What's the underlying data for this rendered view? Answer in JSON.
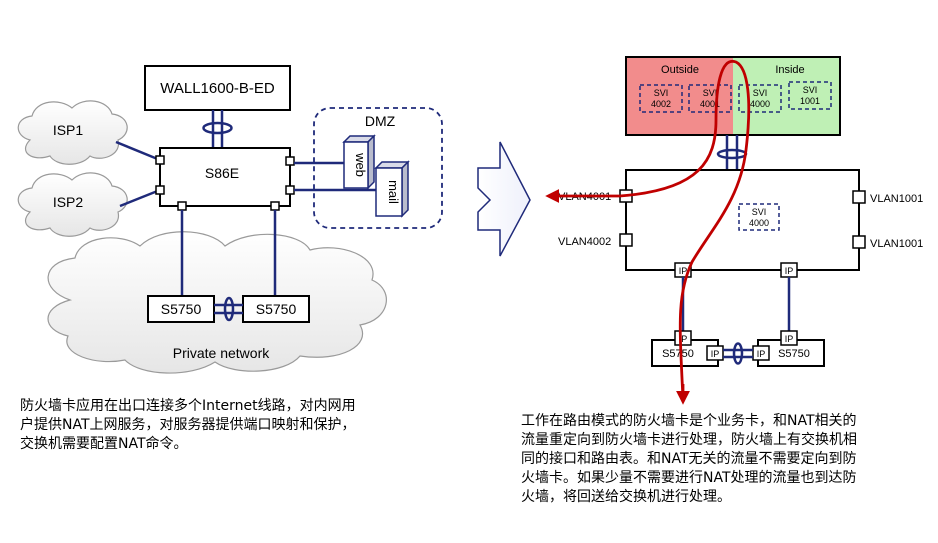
{
  "left_diagram": {
    "wall_label": "WALL1600-B-ED",
    "core_switch_label": "S86E",
    "isp1_label": "ISP1",
    "isp2_label": "ISP2",
    "dmz_label": "DMZ",
    "web_label": "web",
    "mail_label": "mail",
    "switch_a_label": "S5750",
    "switch_b_label": "S5750",
    "private_network_label": "Private network",
    "caption": "防火墙卡应用在出口连接多个Internet线路，对内网用\n户提供NAT上网服务，对服务器提供端口映射和保护，\n交换机需要配置NAT命令。"
  },
  "right_diagram": {
    "outside_label": "Outside",
    "inside_label": "Inside",
    "svi": [
      {
        "line1": "SVI",
        "line2": "4002"
      },
      {
        "line1": "SVI",
        "line2": "4001"
      },
      {
        "line1": "SVI",
        "line2": "4000"
      },
      {
        "line1": "SVI",
        "line2": "1001"
      }
    ],
    "switch_svi": {
      "line1": "SVI",
      "line2": "4000"
    },
    "vlan_labels": {
      "left_top": "VLAN4001",
      "left_bottom": "VLAN4002",
      "right_top": "VLAN1001",
      "right_bottom": "VLAN1001"
    },
    "ip_label": "IP",
    "switch_a_label": "S5750",
    "switch_b_label": "S5750",
    "caption": "工作在路由模式的防火墙卡是个业务卡，和NAT相关的\n流量重定向到防火墙卡进行处理，防火墙上有交换机相\n同的接口和路由表。和NAT无关的流量不需要定向到防\n火墙卡。如果少量不需要进行NAT处理的流量也到达防\n火墙，将回送给交换机进行处理。"
  },
  "colors": {
    "outside_fill": "#f28c8c",
    "inside_fill": "#bff0b5",
    "flow_arrow": "#c00000",
    "dmz_border": "#1f2a7a",
    "svi_border": "#1f2a7a"
  }
}
